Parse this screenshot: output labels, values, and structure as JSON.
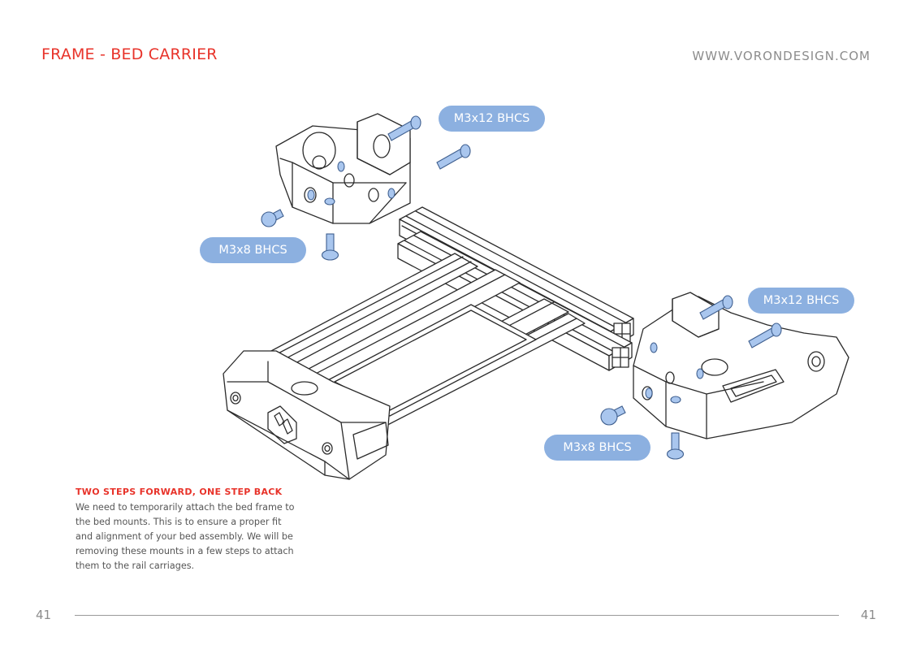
{
  "header": {
    "title": "FRAME - BED CARRIER",
    "url": "WWW.VORONDESIGN.COM"
  },
  "callouts": {
    "top_m3x12": "M3x12 BHCS",
    "top_m3x8": "M3x8 BHCS",
    "right_m3x12": "M3x12 BHCS",
    "right_m3x8": "M3x8 BHCS"
  },
  "section": {
    "heading": "TWO STEPS FORWARD, ONE STEP BACK",
    "body": "We need to temporarily attach the bed frame to the bed mounts. This is to ensure a proper fit and alignment of your bed assembly. We will be removing these mounts in a few steps to attach them to the rail carriages."
  },
  "footer": {
    "page_left": "41",
    "page_right": "41"
  },
  "colors": {
    "accent_red": "#e8332a",
    "callout_blue": "#8cb0e0",
    "screw_blue": "#a9c6ee",
    "line_dark": "#2b2b2b",
    "muted_gray": "#8c8c8c"
  },
  "icons": [
    "bed-carrier-illustration",
    "m3-screw-icon"
  ]
}
